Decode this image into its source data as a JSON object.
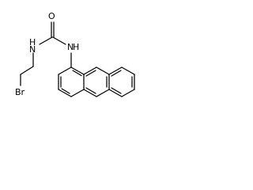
{
  "molecule": {
    "atoms": {
      "oxygen": "O",
      "amide_nitrogen": "N",
      "amide_nitrogen_h": "H",
      "aryl_nitrogen": "N",
      "aryl_nitrogen_h": "H",
      "bromine": "Br"
    },
    "colors": {
      "bond": "#000000",
      "label": "#000000",
      "background": "#ffffff"
    }
  }
}
